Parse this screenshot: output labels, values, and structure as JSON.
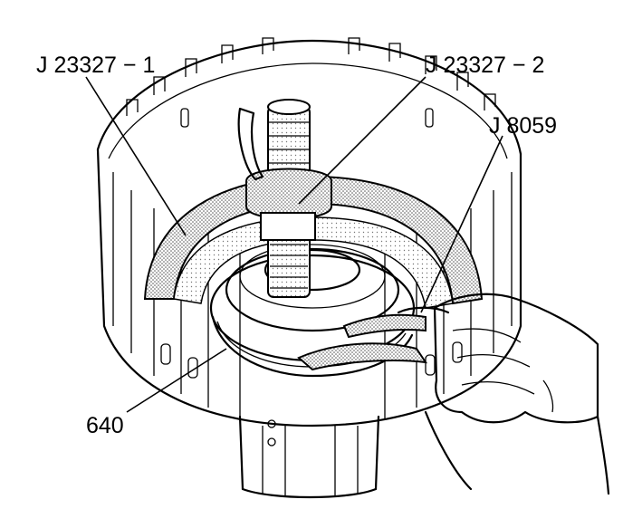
{
  "callouts": {
    "tool_1": "J 23327 − 1",
    "tool_2": "J 23327 − 2",
    "tool_3": "J 8059",
    "part": "640"
  },
  "colors": {
    "ink": "#000000",
    "paper": "#ffffff",
    "stipple": "#c8c8c8"
  }
}
